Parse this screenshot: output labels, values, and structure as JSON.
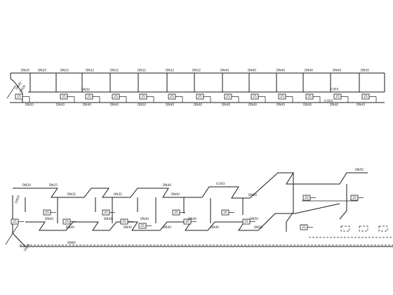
{
  "diagram_1": {
    "main_labels": [
      "DN20",
      "DN20",
      "DN25",
      "DN32",
      "DN32",
      "DN32",
      "DN32",
      "DN32",
      "DN40",
      "DN40",
      "DN40",
      "DN40",
      "DN40",
      "DN50",
      "DN50",
      "DN50"
    ],
    "slope_label": "0.003",
    "branch_labels": [
      "DN50",
      "DN40",
      "DN40",
      "DN40",
      "DN50",
      "DN40",
      "DN40",
      "DN40",
      "DN40",
      "DN40",
      "DN40",
      "DN40",
      "DN40",
      "DN50"
    ],
    "box_label": "25"
  },
  "diagram_2": {
    "main_labels": [
      "DN20",
      "DN25",
      "DN32",
      "DN32",
      "DN40",
      "DN40",
      "DN50",
      "DN50"
    ],
    "slope_label": "0.003",
    "sub_labels": [
      "DN40",
      "DN40",
      "DN40",
      "DN40",
      "DN40",
      "DN40",
      "DN40",
      "DN40",
      "DN50",
      "DN50"
    ],
    "bottom_label": "DN80",
    "box_label": "25"
  }
}
